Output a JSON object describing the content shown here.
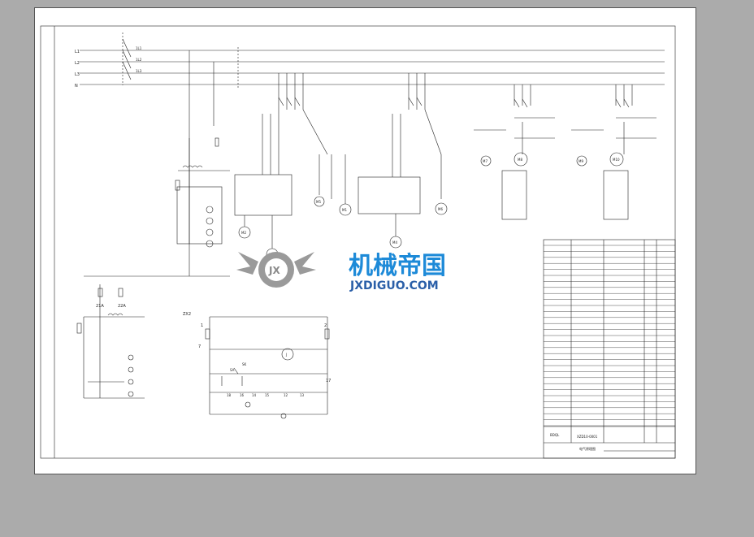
{
  "watermark": {
    "title": "机械帝国",
    "url": "JXDIGUO.COM",
    "badge": "JX",
    "colors": {
      "title": "#1d8ad8",
      "url": "#2a5fa8",
      "badge": "#9a9a9a"
    }
  },
  "bus_labels": [
    "L1",
    "L2",
    "L3",
    "N"
  ],
  "bus_tags": [
    "1L1",
    "1L2",
    "1L3"
  ],
  "motors": [
    "M1",
    "M2",
    "M3",
    "M4",
    "M5",
    "M6",
    "M7",
    "M8",
    "M9",
    "M10"
  ],
  "control_labels": {
    "zx2": "ZX2",
    "a21": "21A",
    "a22": "22A",
    "n7": "7",
    "n1": "1",
    "n2": "2",
    "n17": "17",
    "row": [
      "18",
      "16",
      "14",
      "15",
      "12",
      "13"
    ],
    "sa": "SA",
    "sk": "SK",
    "j": "J"
  },
  "title_block": {
    "drawing_name": "电气原理图",
    "drawing_no": "XZD10-0001",
    "company": "BDQL"
  }
}
